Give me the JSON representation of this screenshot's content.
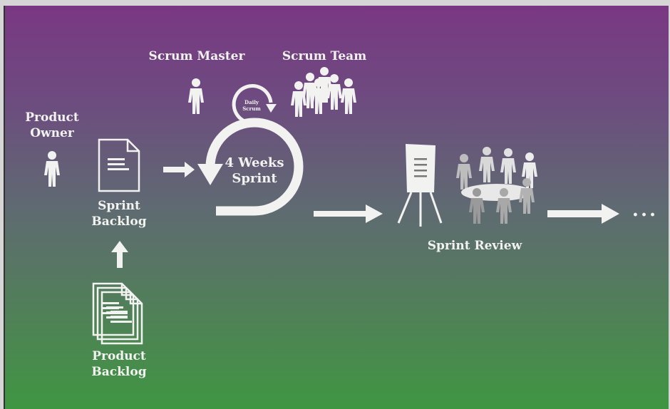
{
  "labels": {
    "scrum_master": "Scrum Master",
    "scrum_team": "Scrum Team",
    "product_owner_line1": "Product",
    "product_owner_line2": "Owner",
    "sprint_backlog_line1": "Sprint",
    "sprint_backlog_line2": "Backlog",
    "product_backlog_line1": "Product",
    "product_backlog_line2": "Backlog",
    "daily_scrum_line1": "Daily",
    "daily_scrum_line2": "Scrum",
    "sprint_line1": "4 Weeks",
    "sprint_line2": "Sprint",
    "sprint_review": "Sprint Review",
    "continuation": "..."
  },
  "colors": {
    "top": "#7a3882",
    "bottom": "#3f9642",
    "foreground": "#f2f2f0",
    "people_grey": "#bdbdbd"
  }
}
